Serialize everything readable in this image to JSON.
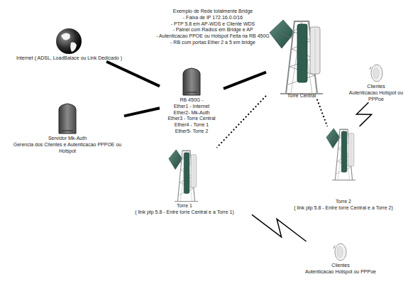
{
  "diagram": {
    "title": "Exemplo de Rede totalmente Bridge",
    "nodes": [
      {
        "text": [
          "Internet ( ADSL, LoadBalace ou Link Dedicado )"
        ]
      },
      {
        "text": [
          "RB 450G -",
          "Ether1 - Internet",
          "Ether2- Mk-Auth",
          "Ether3 - Torre Central",
          "Ether4 - Torre 1",
          "Ether5- Torre 2"
        ]
      },
      {
        "text": [
          "Servidor Mk-Auth",
          "Gerencia dos Clientes e Autenticacao PPPOE ou Hotspot"
        ]
      },
      {
        "text": [
          "Torre Central"
        ]
      },
      {
        "text": [
          "Clientes",
          "Autenticacao Hotspot ou PPPoe"
        ]
      },
      {
        "text": [
          "Torre 1",
          "( link ptp 5.8 - Entre torre Central e a Torre 1)"
        ]
      },
      {
        "text": [
          "Torre 2",
          "( link ptp 5.8 - Entre torre Central e a Torre 2)"
        ]
      },
      {
        "text": [
          "Clientes",
          "Autenticacao Hotspot ou PPPoe"
        ]
      }
    ],
    "edges": [
      {
        "from": 0,
        "to": 1,
        "arrow": "none"
      },
      {
        "from": 2,
        "to": 1,
        "arrow": "none"
      },
      {
        "from": 1,
        "to": 3,
        "arrow": "none"
      },
      {
        "from": 3,
        "to": 5,
        "arrow": "none"
      },
      {
        "from": 3,
        "to": 6,
        "arrow": "none"
      },
      {
        "from": 6,
        "to": 4,
        "arrow": "none"
      },
      {
        "from": 5,
        "to": 7,
        "arrow": "none"
      }
    ],
    "labels": [
      "- Faixa de IP 172.16.0.0/16",
      "- PTP 5.8 em AP-WDS e Cliente WDS",
      "- Painel com Radios em Bridge e AP",
      "- Autenticacao PPOE ou Hotspot Feita na RB 450G",
      "- RB com portas Ether 2 a 5 em bridge"
    ]
  }
}
